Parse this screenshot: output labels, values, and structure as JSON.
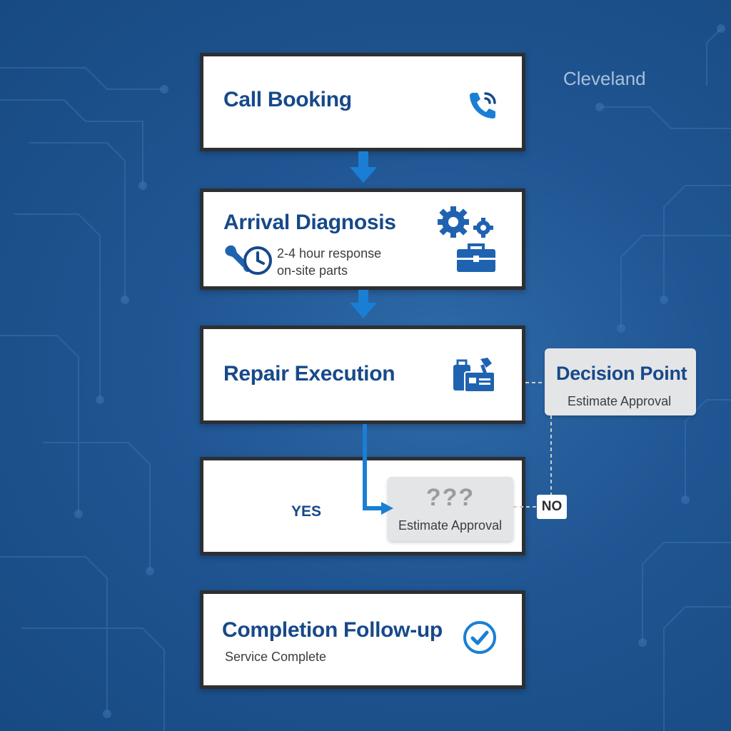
{
  "location": {
    "name": "Cleveland"
  },
  "steps": [
    {
      "title": "Call Booking",
      "icon": "phone-icon"
    },
    {
      "title": "Arrival Diagnosis",
      "details": [
        "2-4 hour response",
        "on-site parts"
      ],
      "icon": "gears-icon"
    },
    {
      "title": "Repair Execution",
      "icon": "toolbox-icon"
    },
    {
      "label": "YES"
    },
    {
      "title": "Completion Follow-up",
      "subtitle": "Service Complete",
      "icon": "check-circle-icon"
    }
  ],
  "decision": {
    "title": "Decision Point",
    "subtitle": "Estimate Approval"
  },
  "pending": {
    "symbol": "???",
    "label": "Estimate Approval"
  },
  "branch": {
    "no_label": "NO"
  },
  "colors": {
    "accent": "#1a7fd4",
    "title": "#17498a",
    "border": "#2d2f33",
    "background": "#1f5592"
  }
}
